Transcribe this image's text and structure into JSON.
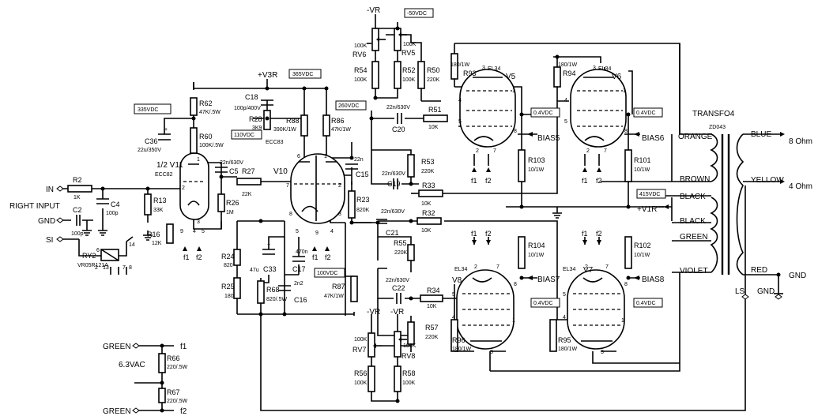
{
  "tubes": {
    "v11": {
      "name": "1/2 V11",
      "type": "ECC82"
    },
    "v10": {
      "name": "V10",
      "type": "ECC83"
    },
    "v5": {
      "name": "V5",
      "type": "EL34"
    },
    "v6": {
      "name": "V6",
      "type": "EL34"
    },
    "v7": {
      "name": "V7",
      "type": "EL34"
    },
    "v8": {
      "name": "V8",
      "type": "EL34"
    }
  },
  "resistors": {
    "r2": [
      "R2",
      "1K"
    ],
    "r13": [
      "R13",
      "33K"
    ],
    "r16": [
      "R16",
      "12K"
    ],
    "r26": [
      "R26",
      "1M"
    ],
    "r27": [
      "R27",
      "22K"
    ],
    "r62": [
      "R62",
      "47K/.5W"
    ],
    "r60": [
      "R60",
      "100K/.5W"
    ],
    "r28": [
      "R28",
      "3K9"
    ],
    "r88": [
      "R88",
      "390K/1W"
    ],
    "r86": [
      "R86",
      "47K/1W"
    ],
    "r23": [
      "R23",
      "820K"
    ],
    "r24": [
      "R24",
      "820"
    ],
    "r25": [
      "R25",
      "180"
    ],
    "r68": [
      "R68",
      "820/.5W"
    ],
    "r87": [
      "R87",
      "47K/1W"
    ],
    "r54": [
      "R54",
      "100K"
    ],
    "r52": [
      "R52",
      "100K"
    ],
    "r50": [
      "R50",
      "220K"
    ],
    "r51": [
      "R51",
      "10K"
    ],
    "r53": [
      "R53",
      "220K"
    ],
    "r33": [
      "R33",
      "10K"
    ],
    "r32": [
      "R32",
      "10K"
    ],
    "r55": [
      "R55",
      "220K"
    ],
    "r34": [
      "R34",
      "10K"
    ],
    "r57": [
      "R57",
      "220K"
    ],
    "r56": [
      "R56",
      "100K"
    ],
    "r58": [
      "R58",
      "100K"
    ],
    "r93": [
      "R93",
      "180/1W"
    ],
    "r94": [
      "R94",
      "180/1W"
    ],
    "r103": [
      "R103",
      "10/1W"
    ],
    "r101": [
      "R101",
      "10/1W"
    ],
    "r104": [
      "R104",
      "10/1W"
    ],
    "r102": [
      "R102",
      "10/1W"
    ],
    "r96": [
      "R96",
      "180/1W"
    ],
    "r95": [
      "R95",
      "180/1W"
    ],
    "r66": [
      "R66",
      "220/.5W"
    ],
    "r67": [
      "R67",
      "220/.5W"
    ]
  },
  "pots": {
    "rv6": [
      "RV6",
      "100K"
    ],
    "rv5": [
      "RV5",
      "100K"
    ],
    "rv7": [
      "RV7",
      "100K"
    ],
    "rv8": [
      "RV8",
      "100K"
    ]
  },
  "capacitors": {
    "c4": [
      "C4",
      "100p"
    ],
    "c2": [
      "C2",
      "100p"
    ],
    "c36": [
      "C36",
      "22u/350V"
    ],
    "c5": [
      "C5",
      "22n/630V"
    ],
    "c18": [
      "C18",
      "100p/400V"
    ],
    "c15": [
      "C15",
      "22n"
    ],
    "c33": [
      "C33",
      "47u"
    ],
    "c17": [
      "C17",
      "470n"
    ],
    "c16": [
      "C16",
      "2n2"
    ],
    "c20": [
      "C20",
      "22n/630V"
    ],
    "c19": [
      "C19",
      "22n/630V"
    ],
    "c21": [
      "C21",
      "22n/630V"
    ],
    "c22": [
      "C22",
      "22n/630V"
    ]
  },
  "voltages": {
    "v335": "335VDC",
    "v365": "365VDC",
    "v110": "110VDC",
    "v260": "260VDC",
    "v100": "100VDC",
    "v50": "-50VDC",
    "v04": "0.4VDC",
    "v415": "415VDC"
  },
  "rails": {
    "v3r": "+V3R",
    "vr": "-VR",
    "v1r": "+V1R"
  },
  "io": {
    "in": "IN",
    "gnd": "GND",
    "si": "SI",
    "right_input": "RIGHT INPUT",
    "ry2": "RY2",
    "ry2_part": "VR05R121A",
    "ls": "LS",
    "ac": "6.3VAC",
    "green": "GREEN"
  },
  "bias": {
    "b5": "BIAS5",
    "b6": "BIAS6",
    "b7": "BIAS7",
    "b8": "BIAS8"
  },
  "heater": {
    "f1": "f1",
    "f2": "f2"
  },
  "transformer": {
    "name": "TRANSFO4",
    "part": "ZD043",
    "primary": [
      "ORANGE",
      "BROWN",
      "BLACK",
      "BLACK",
      "GREEN",
      "VIOLET"
    ],
    "secondary": [
      "BLUE",
      "YELLOW",
      "RED"
    ],
    "outputs": [
      "8 Ohm",
      "4 Ohm",
      "GND"
    ]
  },
  "pins": {
    "p1": "1",
    "p2": "2",
    "p3": "3",
    "p4": "4",
    "p5": "5",
    "p6": "6",
    "p7": "7",
    "p8": "8",
    "p9": "9",
    "p13": "13",
    "p14": "14"
  }
}
